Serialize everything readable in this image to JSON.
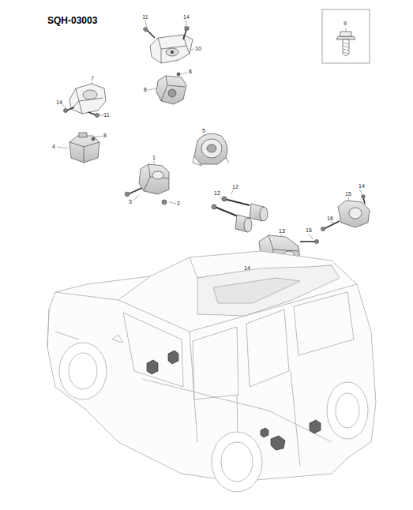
{
  "diagram": {
    "title": "SQH-03003",
    "labels": [
      "9",
      "11",
      "14",
      "10",
      "8",
      "8",
      "7",
      "14",
      "11",
      "8",
      "4",
      "5",
      "1",
      "3",
      "2",
      "12",
      "12",
      "15",
      "14",
      "16",
      "13",
      "16",
      "14"
    ]
  }
}
